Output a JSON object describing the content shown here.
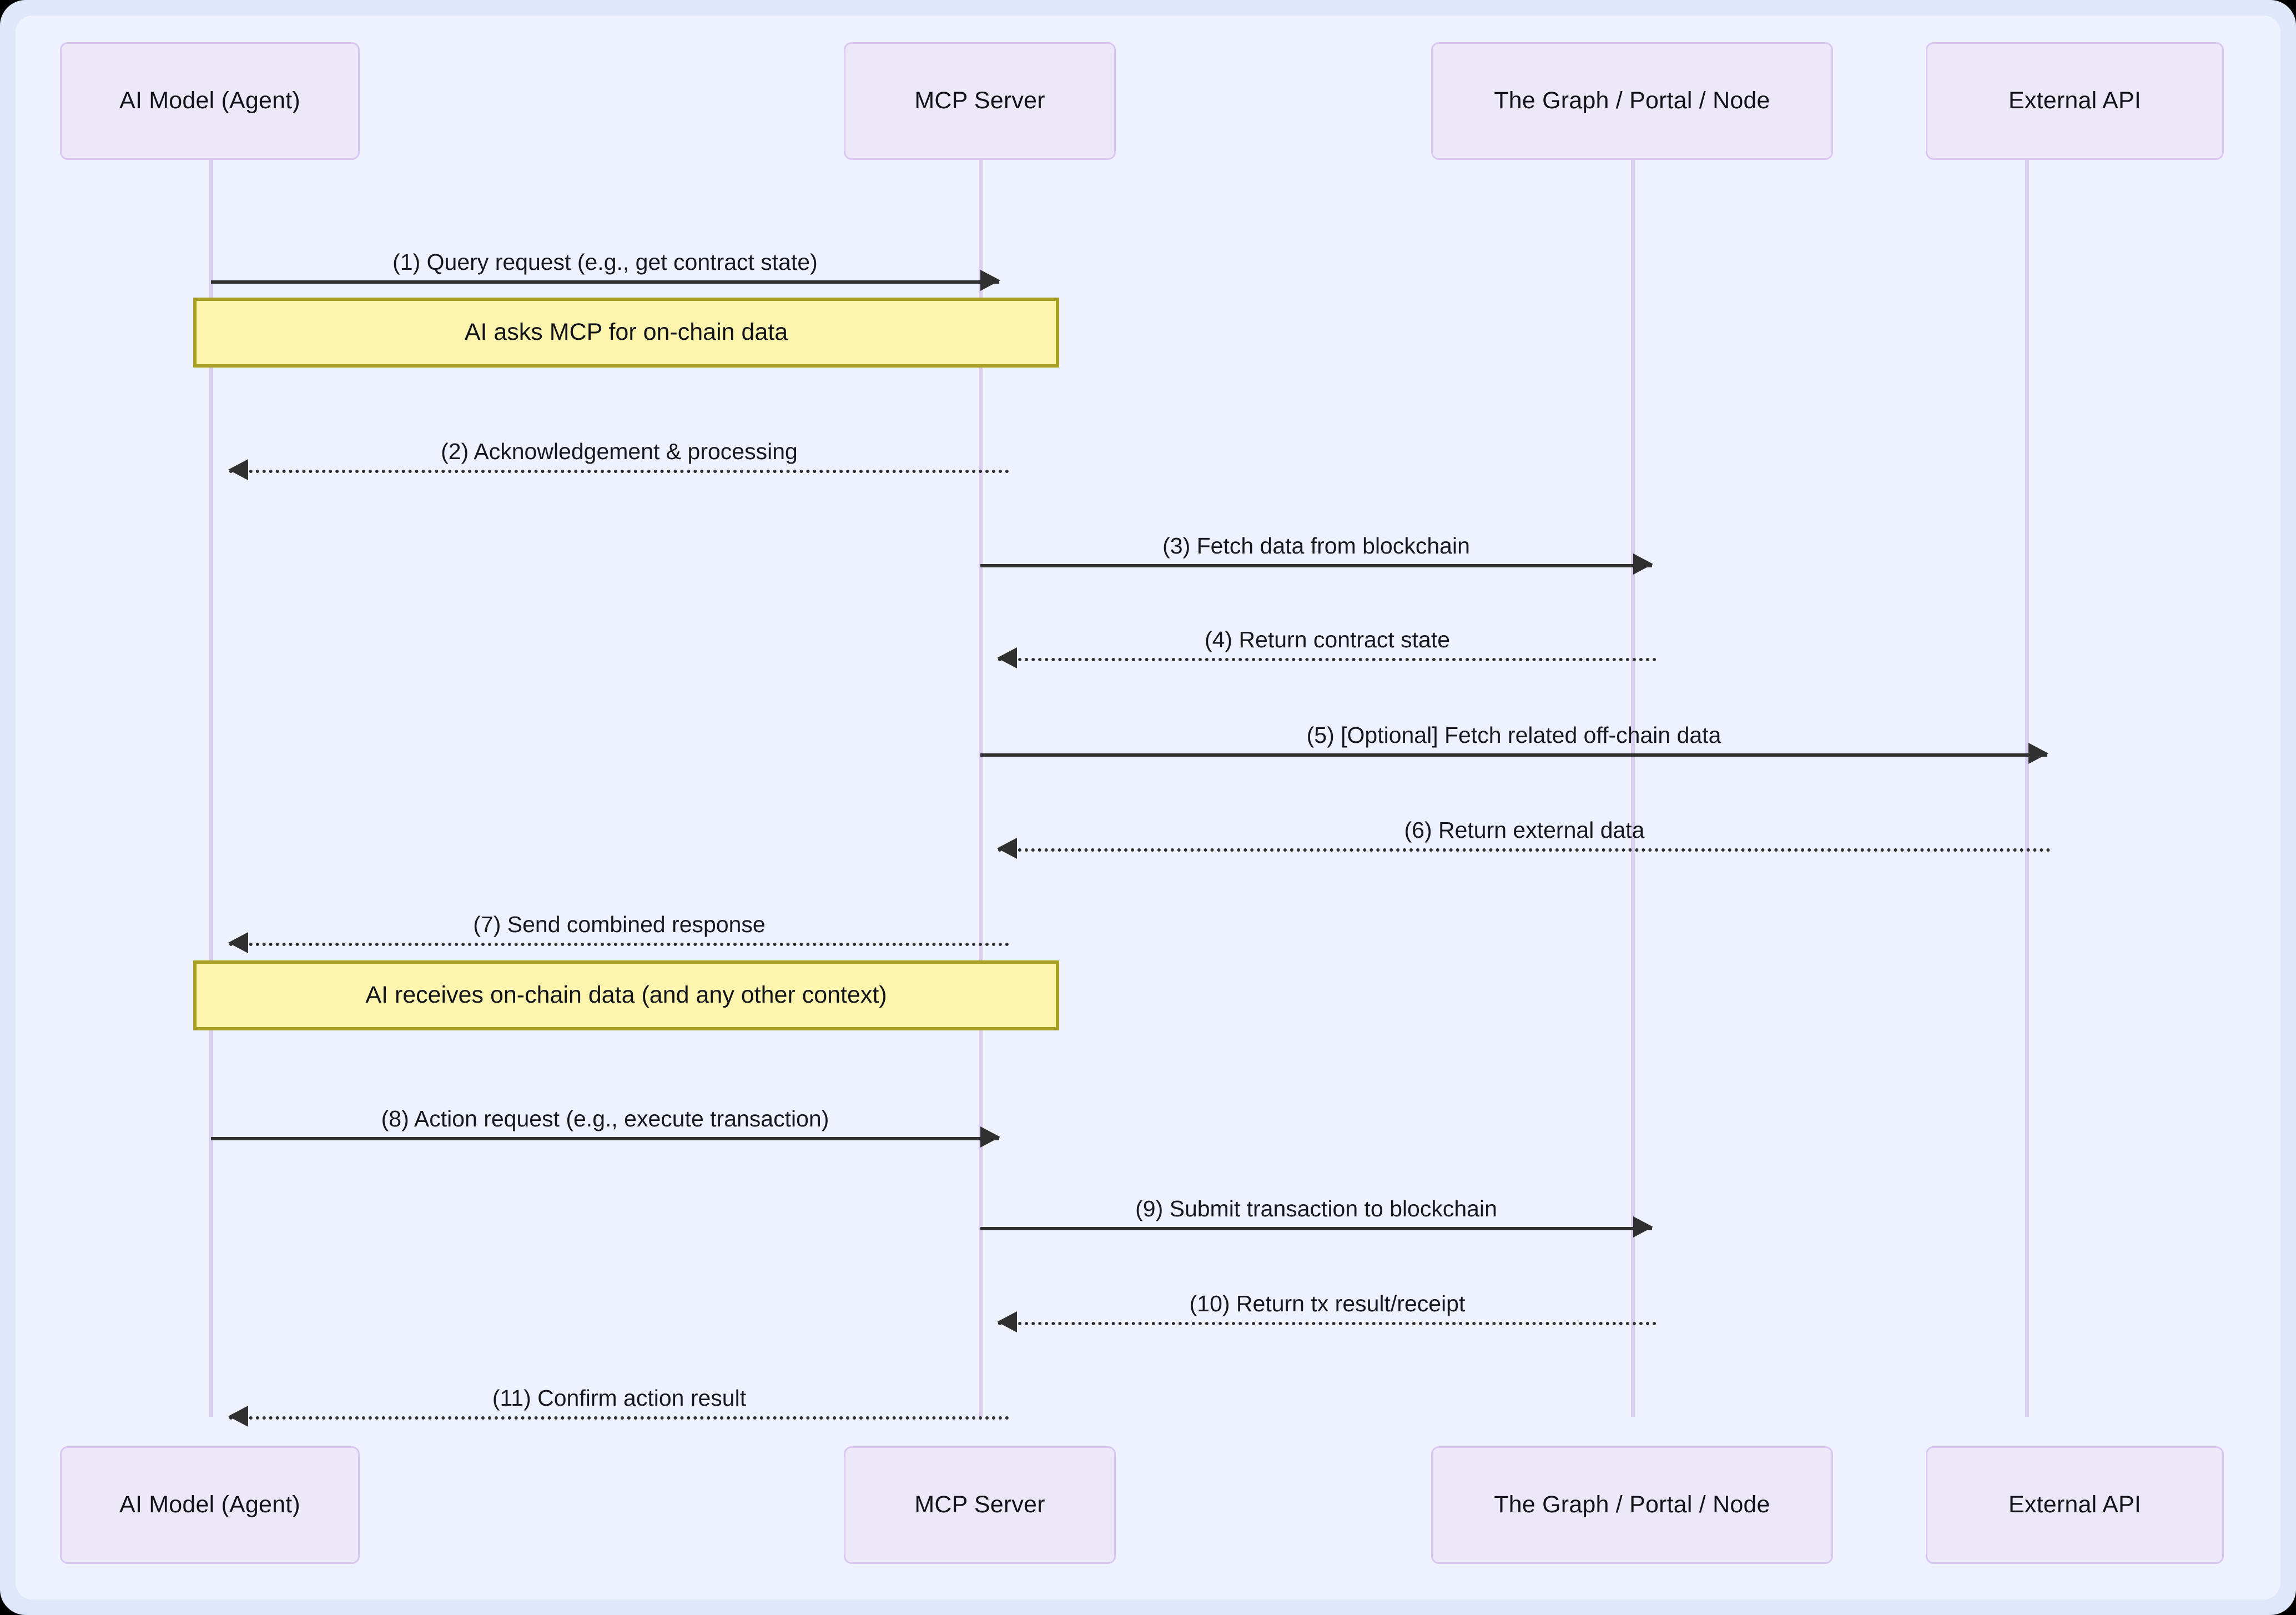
{
  "diagram": {
    "type": "sequence-diagram",
    "background_color": "#eef2fe",
    "frame_color": "#dfe7fa",
    "participant_fill": "#ece8f8",
    "participant_border": "#d9c7f2",
    "lifeline_color": "#d9cdf0",
    "note_fill": "#fdf5ad",
    "note_border": "#a8a021",
    "line_color": "#303030",
    "participants": [
      {
        "id": "ai",
        "label": "AI Model (Agent)"
      },
      {
        "id": "mcp",
        "label": "MCP Server"
      },
      {
        "id": "graph",
        "label": "The Graph / Portal / Node"
      },
      {
        "id": "api",
        "label": "External API"
      }
    ],
    "messages": [
      {
        "n": "1",
        "label": "(1) Query request (e.g., get contract state)",
        "from": "ai",
        "to": "mcp",
        "style": "solid",
        "direction": "right"
      },
      {
        "n": "2",
        "label": "(2) Acknowledgement & processing",
        "from": "mcp",
        "to": "ai",
        "style": "dashed",
        "direction": "left"
      },
      {
        "n": "3",
        "label": "(3) Fetch data from blockchain",
        "from": "mcp",
        "to": "graph",
        "style": "solid",
        "direction": "right"
      },
      {
        "n": "4",
        "label": "(4) Return contract state",
        "from": "graph",
        "to": "mcp",
        "style": "dashed",
        "direction": "left"
      },
      {
        "n": "5",
        "label": "(5) [Optional] Fetch related off-chain data",
        "from": "mcp",
        "to": "api",
        "style": "solid",
        "direction": "right"
      },
      {
        "n": "6",
        "label": "(6) Return external data",
        "from": "api",
        "to": "mcp",
        "style": "dashed",
        "direction": "left"
      },
      {
        "n": "7",
        "label": "(7) Send combined response",
        "from": "mcp",
        "to": "ai",
        "style": "dashed",
        "direction": "left"
      },
      {
        "n": "8",
        "label": "(8) Action request (e.g., execute transaction)",
        "from": "ai",
        "to": "mcp",
        "style": "solid",
        "direction": "right"
      },
      {
        "n": "9",
        "label": "(9) Submit transaction to blockchain",
        "from": "mcp",
        "to": "graph",
        "style": "solid",
        "direction": "right"
      },
      {
        "n": "10",
        "label": "(10) Return tx result/receipt",
        "from": "graph",
        "to": "mcp",
        "style": "dashed",
        "direction": "left"
      },
      {
        "n": "11",
        "label": "(11) Confirm action result",
        "from": "mcp",
        "to": "ai",
        "style": "dashed",
        "direction": "left"
      }
    ],
    "notes": [
      {
        "id": "note-1",
        "label": "AI asks MCP for on-chain data"
      },
      {
        "id": "note-2",
        "label": "AI receives on-chain data (and any other context)"
      }
    ]
  }
}
